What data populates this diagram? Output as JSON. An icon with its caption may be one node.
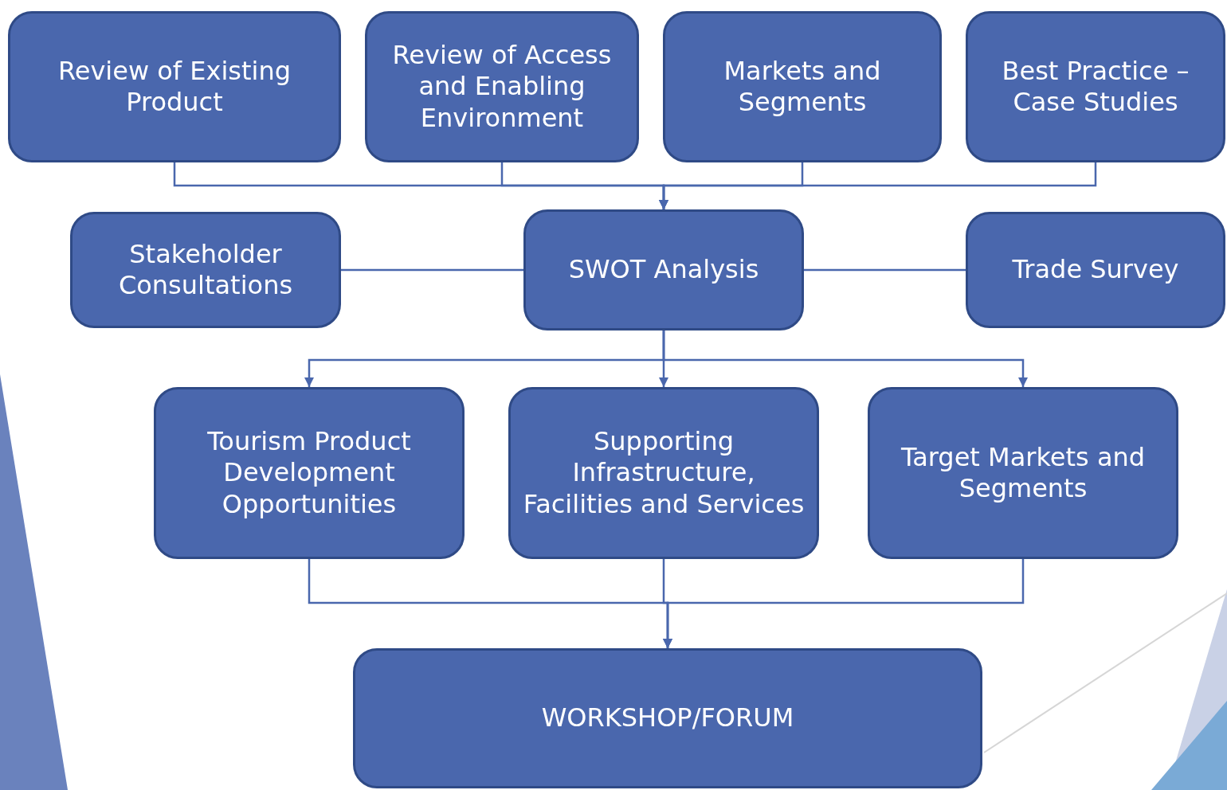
{
  "diagram": {
    "nodes": [
      {
        "text": [
          "Review of Existing Product"
        ]
      },
      {
        "text": [
          "Review of Access and Enabling Environment"
        ]
      },
      {
        "text": [
          "Markets and Segments"
        ]
      },
      {
        "text": [
          "Best Practice – Case Studies"
        ]
      },
      {
        "text": [
          "Stakeholder Consultations"
        ]
      },
      {
        "text": [
          "SWOT Analysis"
        ]
      },
      {
        "text": [
          "Trade Survey"
        ]
      },
      {
        "text": [
          "Tourism Product Development Opportunities"
        ]
      },
      {
        "text": [
          "Supporting Infrastructure, Facilities and Services"
        ]
      },
      {
        "text": [
          "Target Markets and Segments"
        ]
      },
      {
        "text": [
          "WORKSHOP/FORUM"
        ]
      }
    ],
    "edges": [
      {
        "from": 0,
        "to": 5,
        "arrow": "to"
      },
      {
        "from": 1,
        "to": 5,
        "arrow": "to"
      },
      {
        "from": 2,
        "to": 5,
        "arrow": "to"
      },
      {
        "from": 3,
        "to": 5,
        "arrow": "to"
      },
      {
        "from": 4,
        "to": 5,
        "arrow": "none"
      },
      {
        "from": 5,
        "to": 6,
        "arrow": "none"
      },
      {
        "from": 5,
        "to": 7,
        "arrow": "to"
      },
      {
        "from": 5,
        "to": 8,
        "arrow": "to"
      },
      {
        "from": 5,
        "to": 9,
        "arrow": "to"
      },
      {
        "from": 7,
        "to": 10,
        "arrow": "to"
      },
      {
        "from": 8,
        "to": 10,
        "arrow": "to"
      },
      {
        "from": 9,
        "to": 10,
        "arrow": "to"
      }
    ]
  }
}
